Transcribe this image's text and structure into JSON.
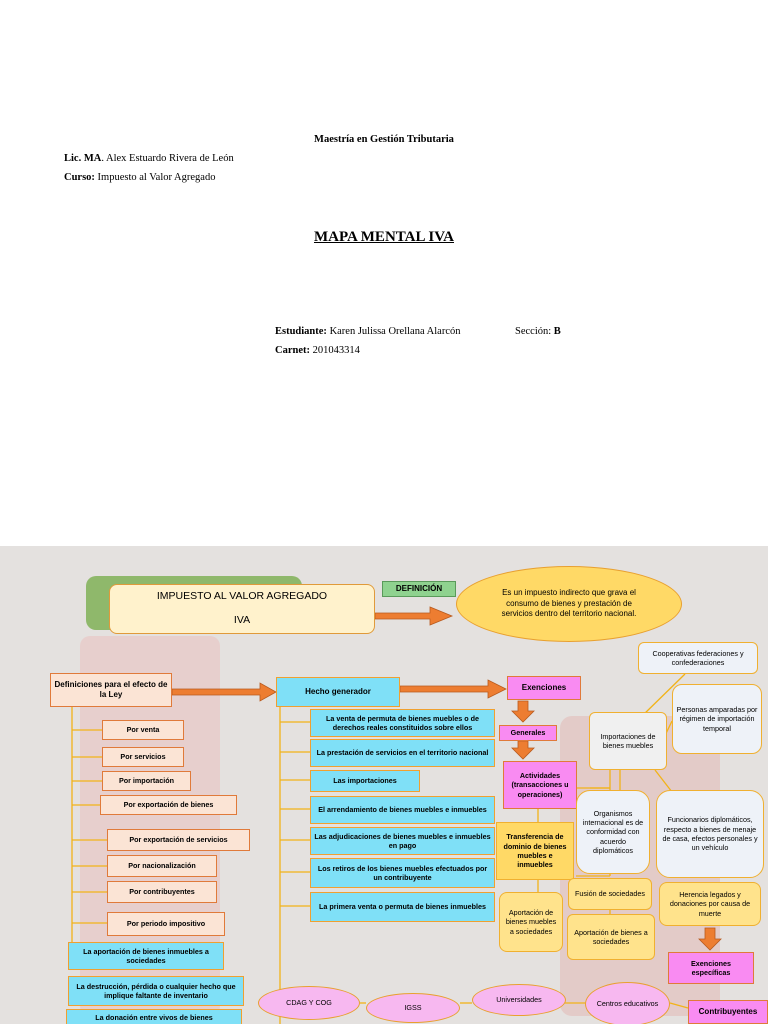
{
  "header": {
    "program": "Maestría en Gestión Tributaria",
    "lic_label": "Lic. MA",
    "lic_value": ". Alex Estuardo Rivera de León",
    "curso_label": "Curso:",
    "curso_value": " Impuesto al Valor Agregado",
    "title": "MAPA MENTAL IVA",
    "student_label": "Estudiante:",
    "student_value": " Karen Julissa Orellana Alarcón",
    "section_label": "Sección:",
    "section_value": "B",
    "carnet_label": "Carnet:",
    "carnet_value": " 201043314"
  },
  "map": {
    "title_line1": "IMPUESTO AL VALOR AGREGADO",
    "title_line2": "IVA",
    "definicion_label": "DEFINICIÓN",
    "definicion_text": "Es un impuesto indirecto que grava el consumo de bienes y prestación de servicios dentro del territorio nacional.",
    "definiciones_ley": "Definiciones para el efecto de la Ley",
    "ley_items": [
      "Por venta",
      "Por servicios",
      "Por importación",
      "Por exportación de bienes",
      "Por exportación de servicios",
      "Por nacionalización",
      "Por contribuyentes",
      "Por periodo impositivo",
      "La aportación de bienes inmuebles a sociedades",
      "La destrucción, pérdida o cualquier hecho que implique faltante de inventario",
      "La donación entre vivos de bienes"
    ],
    "hecho_generador": "Hecho generador",
    "hecho_items": [
      "La venta de permuta de bienes muebles o de derechos reales constituidos sobre ellos",
      "La prestación de servicios en el territorio nacional",
      "Las importaciones",
      "El arrendamiento de bienes muebles e inmuebles",
      "Las adjudicaciones de bienes muebles e inmuebles en pago",
      "Los retiros de los bienes muebles efectuados por un contribuyente",
      "La primera venta o permuta de bienes inmuebles"
    ],
    "exenciones": "Exenciones",
    "generales": "Generales",
    "actividades": "Actividades (transacciones u operaciones)",
    "transferencia": "Transferencia de dominio de bienes muebles e inmuebles",
    "aportacion1": "Aportación de bienes muebles a sociedades",
    "fusion": "Fusión de sociedades",
    "aportacion2": "Aportación de bienes a sociedades",
    "importaciones": "Importaciones de bienes muebles",
    "cooperativas": "Cooperativas federaciones y confederaciones",
    "personas": "Personas amparadas por régimen de importación temporal",
    "organismos": "Organismos internacional es de conformidad con acuerdo diplomáticos",
    "funcionarios": "Funcionarios diplomáticos, respecto a bienes de menaje de casa, efectos personales y un vehículo",
    "herencia": "Herencia legados y donaciones por causa de muerte",
    "exenciones_especificas": "Exenciones específicas",
    "contribuyentes": "Contribuyentes",
    "bottom_items": [
      "CDAG Y COG",
      "IGSS",
      "Universidades",
      "Centros educativos"
    ]
  },
  "colors": {
    "blue_box": "#7fe0f7",
    "pink_box": "#f98bf2",
    "yellow_box": "#ffd966",
    "orange_arrow": "#ed7d31",
    "connector": "#f2b318"
  }
}
